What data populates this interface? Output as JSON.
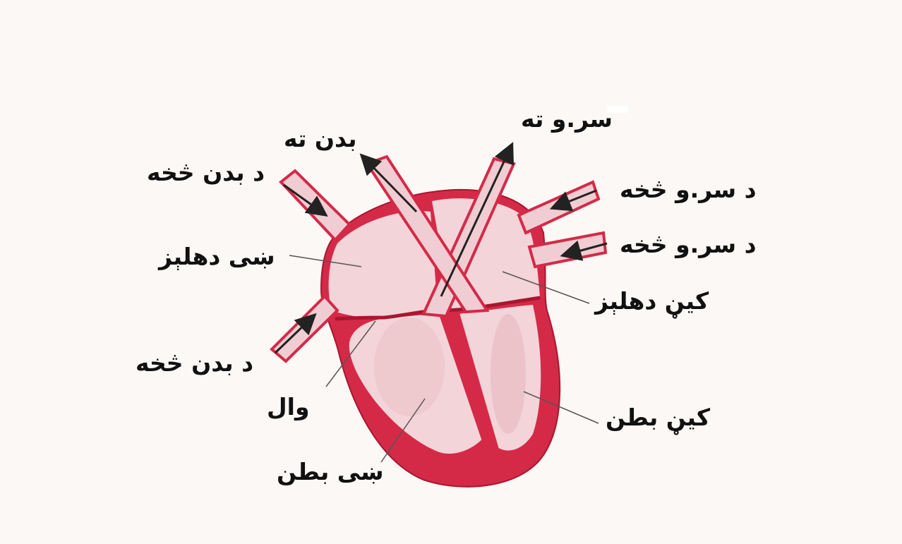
{
  "labels": {
    "to_head": "سر.و ته",
    "to_body": "بدن ته",
    "from_body_top": "د بدن څخه",
    "from_head_top": "د سر.و څخه",
    "from_head_bottom": "د سر.و څخه",
    "right_atrium": "ښی دهلېز",
    "left_atrium": "کیڼ دهلېز",
    "from_body_bottom": "د بدن څخه",
    "valve": "وال",
    "left_ventricle": "کیڼ بطن",
    "right_ventricle": "ښی بطن"
  },
  "colors": {
    "background": "#fbf8f5",
    "muscle": "#d42a48",
    "muscle_dark": "#a8162f",
    "chamber": "#f3d4d8",
    "chamber_shade": "#e6b8bf",
    "vessel_inner": "#f0cdd2",
    "arrow": "#222222"
  }
}
